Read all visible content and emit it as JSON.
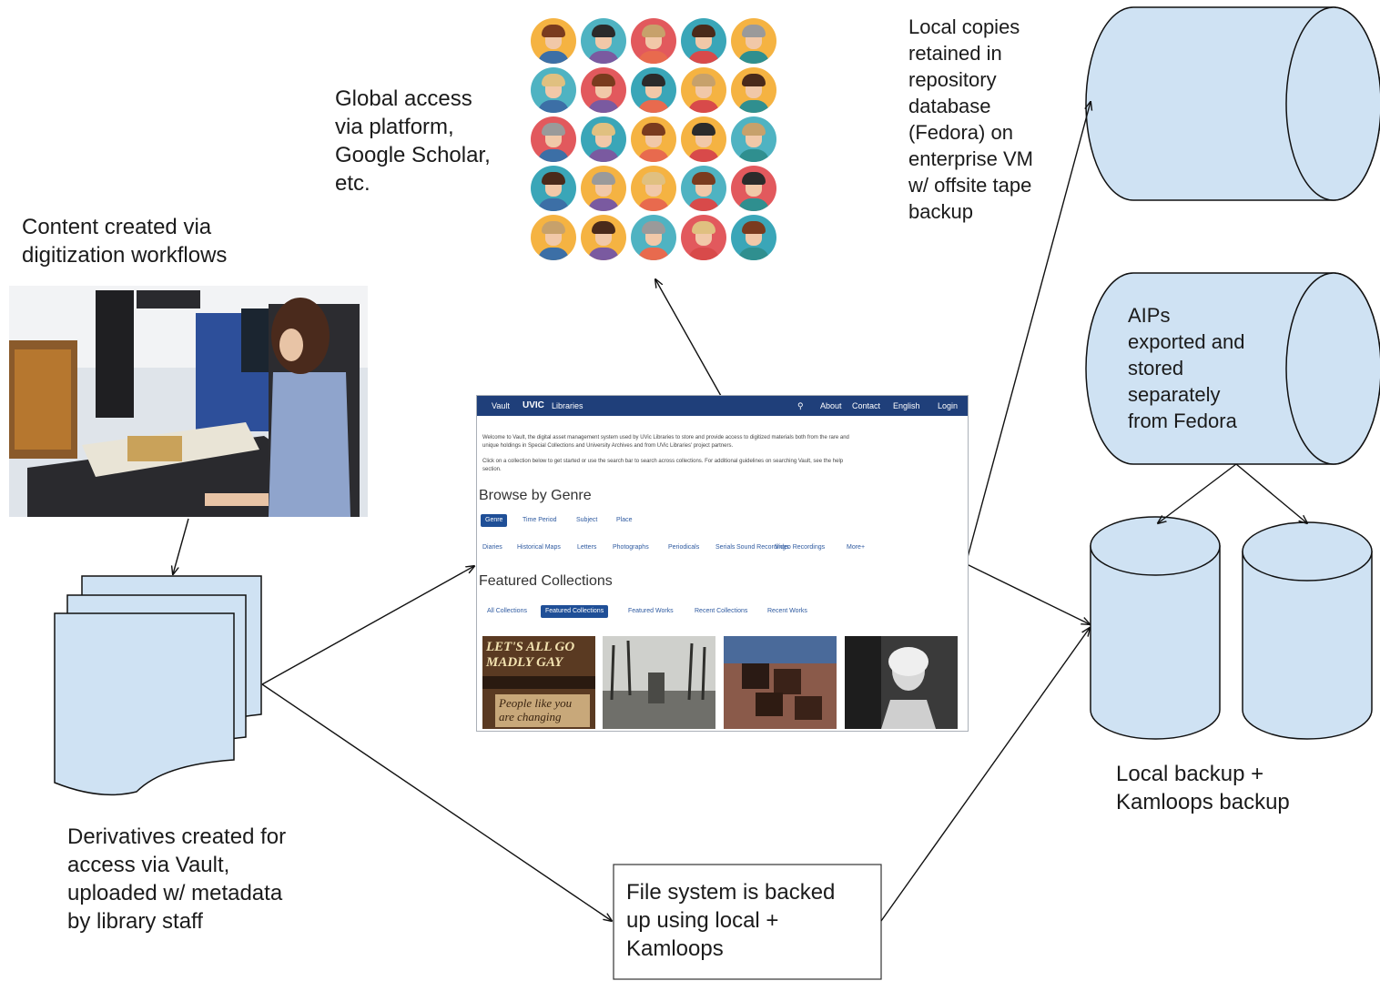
{
  "labels": {
    "content_created": "Content created via\ndigitization workflows",
    "global_access": "Global access\nvia platform,\nGoogle Scholar,\netc.",
    "local_copies": "Local copies\nretained in\nrepository\ndatabase\n(Fedora) on\nenterprise VM\nw/ offsite tape\nbackup",
    "aips": "AIPs\nexported and\nstored\nseparately\nfrom Fedora",
    "local_backup": "Local backup +\nKamloops backup",
    "derivatives": "Derivatives created for\naccess via Vault,\nuploaded w/ metadata\nby library staff",
    "file_system": "File system is backed\nup using local +\nKamloops"
  },
  "vault": {
    "brand": "Vault",
    "logo": "UVIC",
    "libraries": "Libraries",
    "nav": [
      "About",
      "Contact",
      "English",
      "Login"
    ],
    "intro": "Welcome to Vault, the digital asset management system used by UVic Libraries to store and provide access to digitized materials both from the rare and\nunique holdings in Special Collections and University Archives and from UVic Libraries' project partners.",
    "intro2": "Click on a collection below to get started or use the search bar to search across collections. For additional guidelines on searching Vault, see the help\nsection.",
    "browse_heading": "Browse by Genre",
    "browse_tabs": [
      "Genre",
      "Time Period",
      "Subject",
      "Place"
    ],
    "genres": [
      "Diaries",
      "Historical Maps",
      "Letters",
      "Photographs",
      "Periodicals",
      "Serials",
      "Sound Recordings",
      "Video Recordings",
      "More+"
    ],
    "featured_heading": "Featured Collections",
    "featured_tabs": [
      "All Collections",
      "Featured Collections",
      "Featured Works",
      "Recent Collections",
      "Recent Works"
    ],
    "thumb1_text": "LET'S ALL GO\nMADLY GAY",
    "thumb1_text2": "People like you\nare changing"
  },
  "colors": {
    "cylinder_fill": "#cfe2f3",
    "document_fill": "#cfe2f3",
    "vault_nav": "#1f3f7a"
  }
}
